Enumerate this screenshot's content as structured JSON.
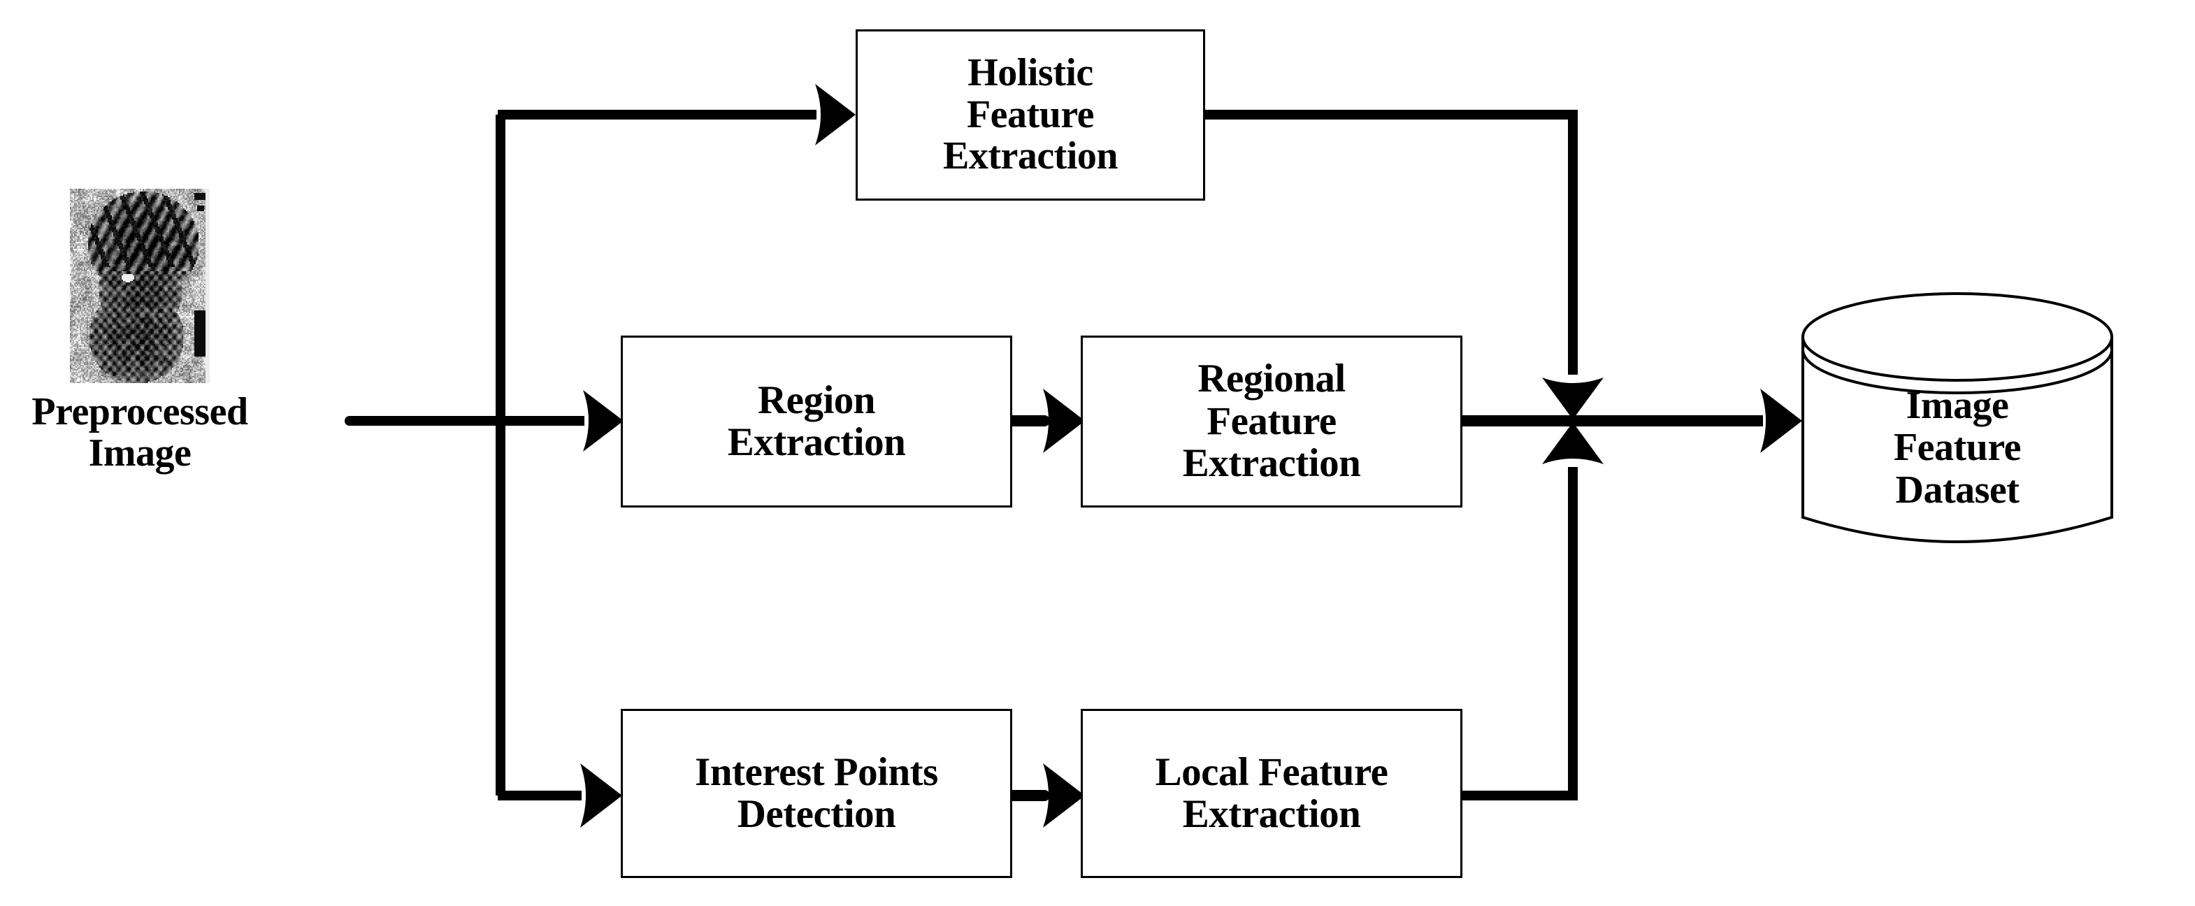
{
  "diagram": {
    "title": "Image Feature Extraction Pipeline",
    "colors": {
      "stroke": "#000000",
      "fill": "#ffffff",
      "box_border": "#000000"
    }
  },
  "source": {
    "name": "preprocessed-image",
    "caption": "Preprocessed\nImage",
    "thumbnail_description": "grayscale shoeprint impression"
  },
  "nodes": [
    {
      "id": "holistic",
      "label": "Holistic\nFeature\nExtraction"
    },
    {
      "id": "region",
      "label": "Region\nExtraction"
    },
    {
      "id": "regional",
      "label": "Regional\nFeature\nExtraction"
    },
    {
      "id": "interest",
      "label": "Interest Points\nDetection"
    },
    {
      "id": "local",
      "label": "Local Feature\nExtraction"
    }
  ],
  "datastore": {
    "id": "image-feature-dataset",
    "label": "Image\nFeature\nDataset",
    "shape": "cylinder"
  },
  "edges": [
    {
      "from": "preprocessed-image",
      "to": "branch-bus",
      "style": "line"
    },
    {
      "from": "branch-bus",
      "to": "holistic",
      "style": "arrow"
    },
    {
      "from": "branch-bus",
      "to": "region",
      "style": "arrow"
    },
    {
      "from": "branch-bus",
      "to": "interest",
      "style": "arrow"
    },
    {
      "from": "region",
      "to": "regional",
      "style": "arrow"
    },
    {
      "from": "interest",
      "to": "local",
      "style": "arrow"
    },
    {
      "from": "holistic",
      "to": "merge-bus",
      "style": "arrow-down"
    },
    {
      "from": "regional",
      "to": "merge-bus",
      "style": "line"
    },
    {
      "from": "local",
      "to": "merge-bus",
      "style": "arrow-up"
    },
    {
      "from": "merge-bus",
      "to": "image-feature-dataset",
      "style": "arrow"
    }
  ]
}
